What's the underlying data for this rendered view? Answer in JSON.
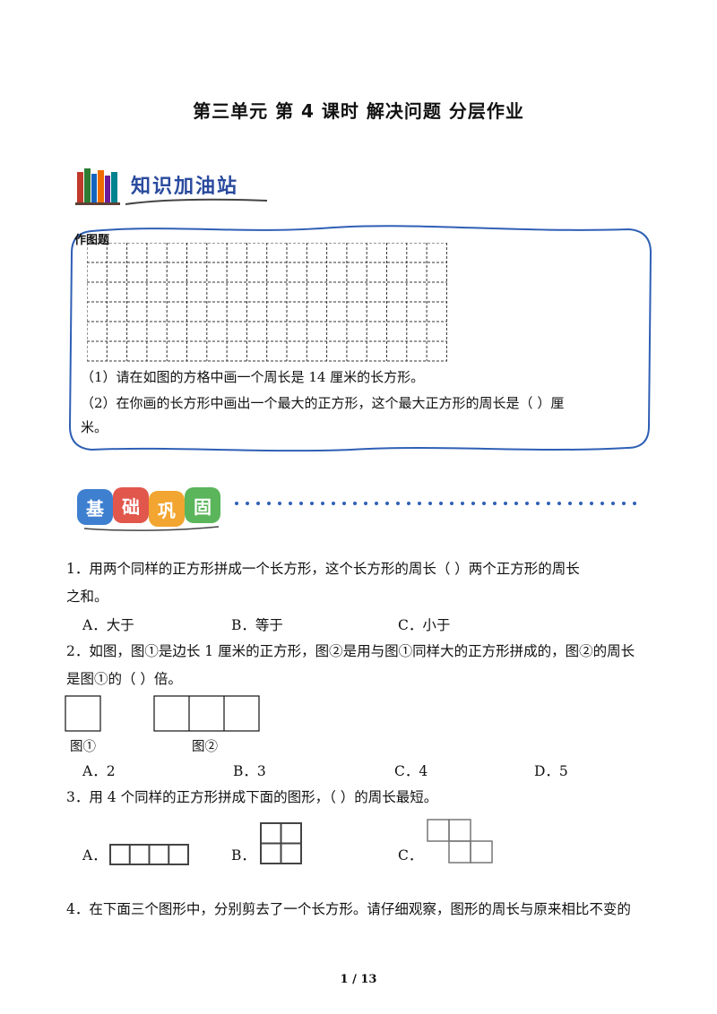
{
  "title": "第三单元  第 4 课时    解决问题    分层作业",
  "section1": {
    "banner": "知识加油站"
  },
  "box": {
    "label": "作图题",
    "line1": "（1）请在如图的方格中画一个周长是 14 厘米的长方形。",
    "line2": "（2）在你画的长方形中画出一个最大的正方形，这个最大正方形的周长是（            ）厘",
    "line3": "米。"
  },
  "section2": {
    "banner_chars": [
      "基",
      "础",
      "巩",
      "固"
    ]
  },
  "q1": {
    "line1": "1．用两个同样的正方形拼成一个长方形，这个长方形的周长（              ）两个正方形的周长",
    "line2": "之和。",
    "options": [
      "A．大于",
      "B．等于",
      "C．小于"
    ]
  },
  "q2": {
    "line1": "2．如图，图①是边长 1 厘米的正方形，图②是用与图①同样大的正方形拼成的，图②的周长",
    "line2": "是图①的（            ）倍。",
    "fig1_label": "图①",
    "fig2_label": "图②",
    "options": [
      "A．2",
      "B．3",
      "C．4",
      "D．5"
    ]
  },
  "q3": {
    "line1": "3．用 4 个同样的正方形拼成下面的图形，（              ）的周长最短。",
    "options": [
      "A．",
      "B．",
      "C．"
    ]
  },
  "q4": {
    "line1": "4．在下面三个图形中，分别剪去了一个长方形。请仔细观察，图形的周长与原来相比不变的"
  },
  "footer": {
    "page": "1 / 13"
  },
  "colors": {
    "banner_blue": "#2a4a9e",
    "frame_blue": "#2f5fb5",
    "dots_blue": "#2f5fb5"
  }
}
